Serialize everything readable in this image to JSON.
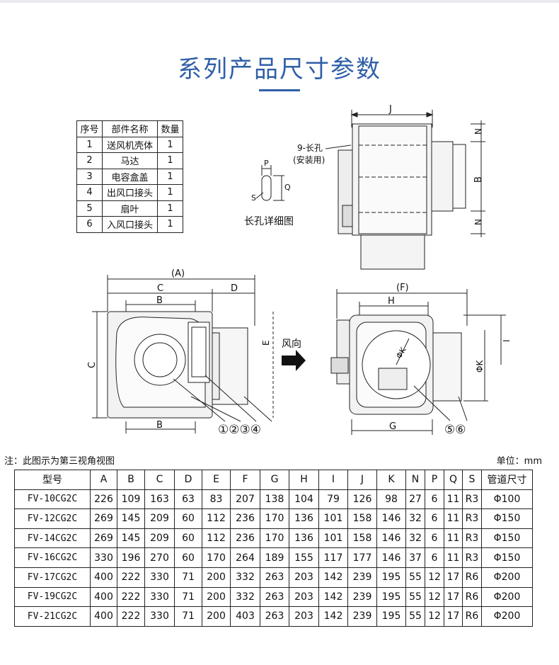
{
  "title": "系列产品尺寸参数",
  "parts_table": {
    "headers": [
      "序号",
      "部件名称",
      "数量"
    ],
    "rows": [
      [
        "1",
        "送风机壳体",
        "1"
      ],
      [
        "2",
        "马达",
        "1"
      ],
      [
        "3",
        "电容盒盖",
        "1"
      ],
      [
        "4",
        "出风口接头",
        "1"
      ],
      [
        "5",
        "扇叶",
        "1"
      ],
      [
        "6",
        "入风口接头",
        "1"
      ]
    ]
  },
  "drawing_labels": {
    "slot_count": "9-长孔",
    "slot_use": "(安装用)",
    "slot_detail": "长孔详细图",
    "wind_direction": "风向",
    "view_a": "(A)",
    "view_f": "(F)",
    "dims": {
      "J": "J",
      "N": "N",
      "B": "B",
      "P": "P",
      "Q": "Q",
      "S": "S",
      "C": "C",
      "D": "D",
      "E": "E",
      "H": "H",
      "I": "I",
      "G": "G",
      "K": "ΦK"
    },
    "callouts_left": "①②③④",
    "callouts_right": "⑤⑥"
  },
  "note": "注：此图示为第三视角视图",
  "unit": "单位：mm",
  "spec_table": {
    "headers": [
      "型号",
      "A",
      "B",
      "C",
      "D",
      "E",
      "F",
      "G",
      "H",
      "I",
      "J",
      "K",
      "N",
      "P",
      "Q",
      "S",
      "管道尺寸"
    ],
    "rows": [
      [
        "FV-10CG2C",
        "226",
        "109",
        "163",
        "63",
        "83",
        "207",
        "138",
        "104",
        "79",
        "126",
        "98",
        "27",
        "6",
        "11",
        "R3",
        "Φ100"
      ],
      [
        "FV-12CG2C",
        "269",
        "145",
        "209",
        "60",
        "112",
        "236",
        "170",
        "136",
        "101",
        "158",
        "146",
        "32",
        "6",
        "11",
        "R3",
        "Φ150"
      ],
      [
        "FV-14CG2C",
        "269",
        "145",
        "209",
        "60",
        "112",
        "236",
        "170",
        "136",
        "101",
        "158",
        "146",
        "32",
        "6",
        "11",
        "R3",
        "Φ150"
      ],
      [
        "FV-16CG2C",
        "330",
        "196",
        "270",
        "60",
        "170",
        "264",
        "189",
        "155",
        "117",
        "177",
        "146",
        "37",
        "6",
        "11",
        "R3",
        "Φ150"
      ],
      [
        "FV-17CG2C",
        "400",
        "222",
        "330",
        "71",
        "200",
        "332",
        "263",
        "203",
        "142",
        "239",
        "195",
        "55",
        "12",
        "17",
        "R6",
        "Φ200"
      ],
      [
        "FV-19CG2C",
        "400",
        "222",
        "330",
        "71",
        "200",
        "332",
        "263",
        "203",
        "142",
        "239",
        "195",
        "55",
        "12",
        "17",
        "R6",
        "Φ200"
      ],
      [
        "FV-21CG2C",
        "400",
        "222",
        "330",
        "71",
        "200",
        "403",
        "263",
        "203",
        "142",
        "239",
        "195",
        "55",
        "12",
        "17",
        "R6",
        "Φ200"
      ]
    ]
  },
  "colors": {
    "title": "#2f5fa8",
    "line": "#222222",
    "body_fill": "#f2f2f2"
  }
}
